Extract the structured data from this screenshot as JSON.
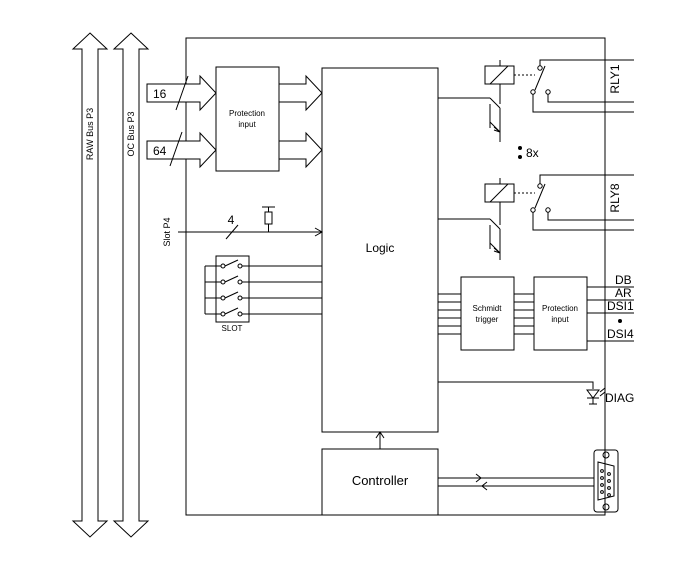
{
  "buses": {
    "raw": "RAW Bus P3",
    "oc": "OC Bus P3"
  },
  "inputs": {
    "bus16": "16",
    "bus64": "64",
    "slot_bus": "4",
    "slot_port": "Slot P4"
  },
  "blocks": {
    "protection_left": [
      "Protection",
      "input"
    ],
    "logic": "Logic",
    "schmidt": [
      "Schmidt",
      "trigger"
    ],
    "protection_right": [
      "Protection",
      "input"
    ],
    "controller": "Controller",
    "slot": "SLOT"
  },
  "relays": {
    "first": "RLY1",
    "last": "RLY8",
    "count": "8x"
  },
  "signals": {
    "db": "DB",
    "ar": "AR",
    "dsi1": "DSI1",
    "dsi4": "DSI4",
    "diag": "DIAG"
  }
}
